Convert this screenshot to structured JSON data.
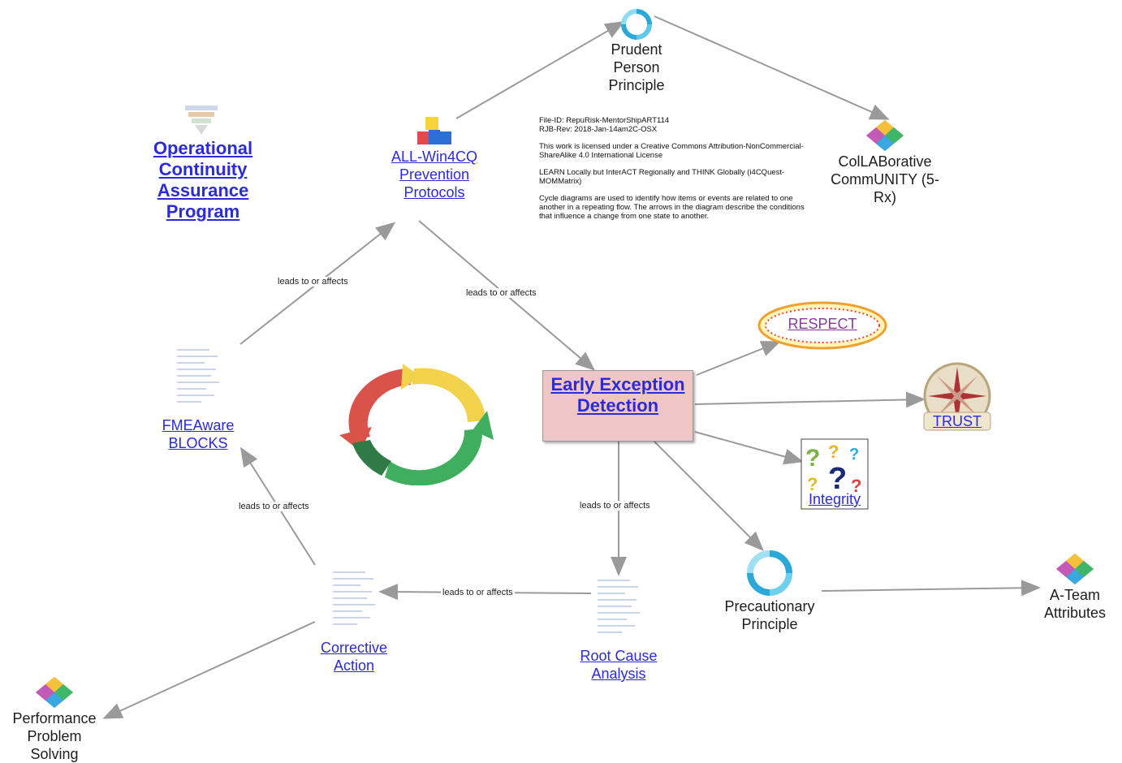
{
  "title": "Operational Continuity Assurance Program",
  "info": {
    "file_id": "File-ID:  RepuRisk-MentorShipART114",
    "rev": "RJB-Rev: 2018-Jan-14am2C-OSX",
    "license": "This work is licensed under a Creative Commons Attribution-NonCommercial-ShareAlike 4.0 International License",
    "learn": "LEARN Locally but InterACT Regionally and THINK Globally (i4CQuest-MOMMatrix)",
    "cycle": "Cycle diagrams are used to identify how items or events are related to one another in a repeating flow. The arrows in the diagram describe the conditions that influence a change from one state to another."
  },
  "nodes": {
    "prudent": "Prudent Person Principle",
    "collab": "ColLABorative CommUNITY (5-Rx)",
    "all_win": "ALL-Win4CQ Prevention Protocols",
    "early": "Early Exception Detection",
    "respect": "RESPECT",
    "trust": "TRUST",
    "integrity": "Integrity",
    "fmea": "FMEAware BLOCKS",
    "corrective": "Corrective Action",
    "root": "Root Cause Analysis",
    "precautionary": "Precautionary Principle",
    "a_team": "A-Team Attributes",
    "performance": "Performance Problem Solving"
  },
  "edge_labels": {
    "fmea_allwin": "leads to or affects",
    "allwin_early": "leads to or affects",
    "corrective_fmea": "leads to or affects",
    "early_root": "leads to or affects",
    "root_corrective": "leads to or affects"
  },
  "colors": {
    "link": "#2b2bd8",
    "edge": "#9a9a9a",
    "focus_fill": "#f0c5c5",
    "cycle_red": "#d9534a",
    "cycle_yellow": "#f2d24a",
    "cycle_green": "#3fae5e",
    "cycle_dark_green": "#2f7a45"
  }
}
